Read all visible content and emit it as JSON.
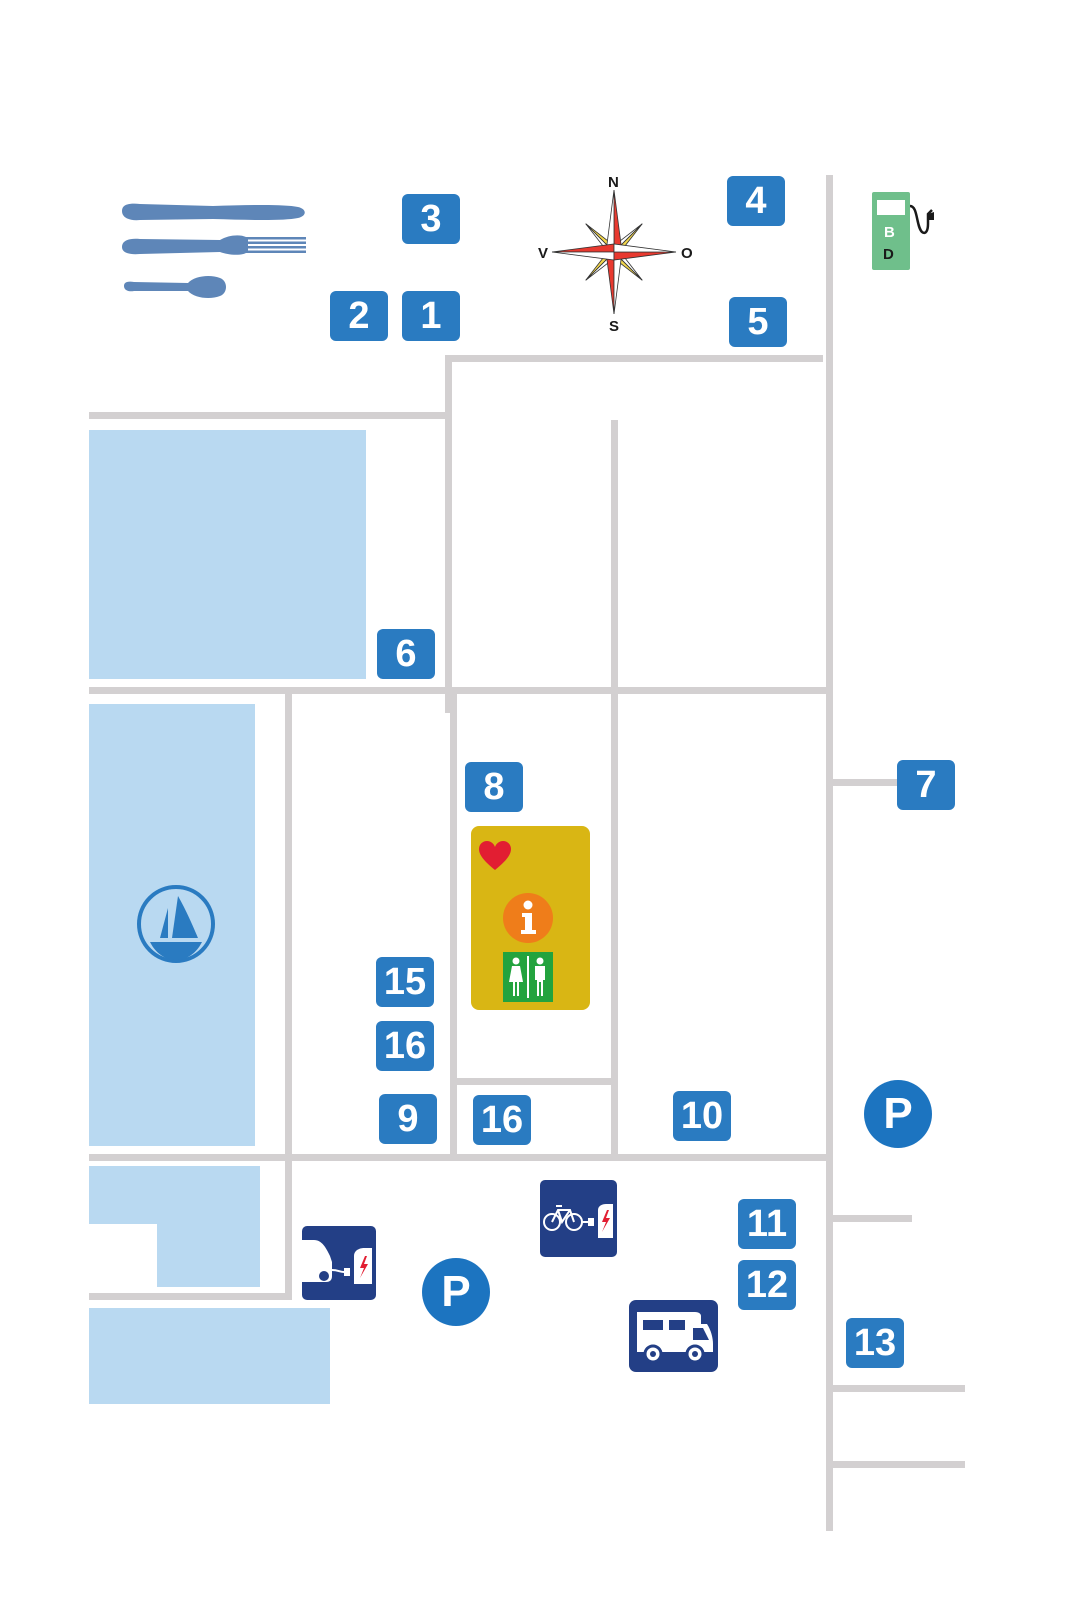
{
  "map": {
    "compass": {
      "north": "N",
      "south": "S",
      "west": "V",
      "east": "O"
    },
    "fuel_station": {
      "letters": [
        "B",
        "D"
      ]
    },
    "locations": [
      {
        "id": "loc-3",
        "label": "3"
      },
      {
        "id": "loc-2",
        "label": "2"
      },
      {
        "id": "loc-1",
        "label": "1"
      },
      {
        "id": "loc-4",
        "label": "4"
      },
      {
        "id": "loc-5",
        "label": "5"
      },
      {
        "id": "loc-6",
        "label": "6"
      },
      {
        "id": "loc-7",
        "label": "7"
      },
      {
        "id": "loc-8",
        "label": "8"
      },
      {
        "id": "loc-15",
        "label": "15"
      },
      {
        "id": "loc-16a",
        "label": "16"
      },
      {
        "id": "loc-9",
        "label": "9"
      },
      {
        "id": "loc-16b",
        "label": "16"
      },
      {
        "id": "loc-10",
        "label": "10"
      },
      {
        "id": "loc-11",
        "label": "11"
      },
      {
        "id": "loc-12",
        "label": "12"
      },
      {
        "id": "loc-13",
        "label": "13"
      }
    ],
    "parking_label": "P",
    "icons": [
      "cutlery-icon",
      "compass-rose-icon",
      "fuel-pump-icon",
      "sailboat-icon",
      "heart-icon",
      "info-icon",
      "toilets-icon",
      "car-charging-icon",
      "bike-charging-icon",
      "motorhome-icon",
      "parking-icon"
    ],
    "colors": {
      "water": "#b9d9f1",
      "road": "#d3d0d1",
      "badge": "#2a7bc1",
      "parking": "#1c74c0",
      "service_icon": "#233f86",
      "info_block": "#d9b614",
      "fuel": "#6fbf8b",
      "cutlery": "#5e86b8"
    }
  }
}
